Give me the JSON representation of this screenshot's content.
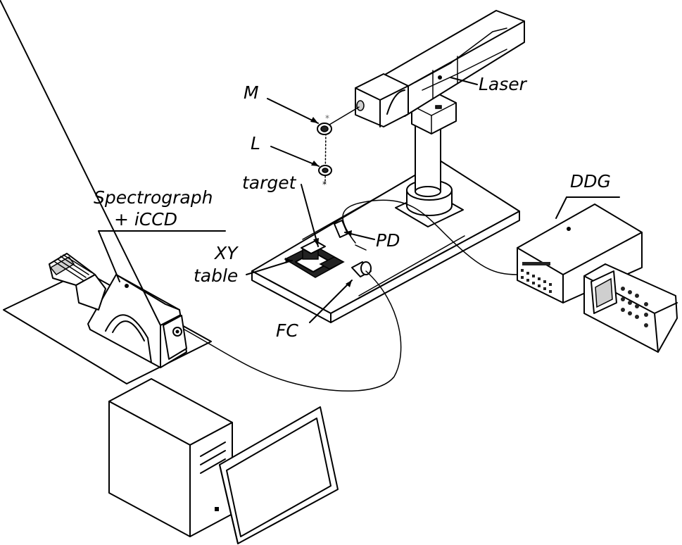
{
  "labels": {
    "laser": "Laser",
    "mirror": "M",
    "lens": "L",
    "target": "target",
    "spectrograph_line1": "Spectrograph",
    "spectrograph_line2": "+ iCCD",
    "xy_line1": "XY",
    "xy_line2": "table",
    "photodiode": "PD",
    "fiber_collimator": "FC",
    "ddg": "DDG"
  }
}
